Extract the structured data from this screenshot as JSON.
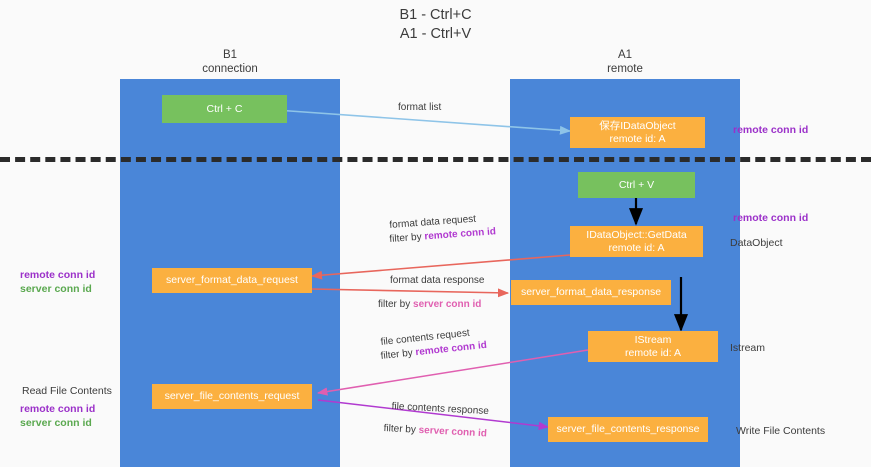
{
  "title": "B1 - Ctrl+C\nA1 - Ctrl+V",
  "columns": {
    "left": {
      "name": "B1",
      "role": "connection",
      "header": "B1\nconnection"
    },
    "right": {
      "name": "A1",
      "role": "remote",
      "header": "A1\nremote"
    }
  },
  "colors": {
    "lane": "#4a86d8",
    "box_orange": "#fbb040",
    "box_green": "#77c15e",
    "purple": "#9b30c9",
    "green_text": "#5aa84f",
    "pink": "#cf4fb0",
    "divider": "#2b2b2b",
    "arrow_blue": "#8ec4e8",
    "arrow_red": "#e8665c",
    "arrow_pink": "#e05fb0",
    "arrow_purple": "#b13ad0",
    "arrow_black": "#000000",
    "background": "#fafafa"
  },
  "nodes": {
    "ctrl_c": "Ctrl + C",
    "ctrl_v": "Ctrl + V",
    "remote_dataobject": "保存IDataObject\nremote id: A",
    "getdata": "IDataObject::GetData\nremote id: A",
    "istream": "IStream\nremote id: A",
    "server_format_data_request": "server_format_data_request",
    "server_format_data_response": "server_format_data_response",
    "server_file_contents_request": "server_file_contents_request",
    "server_file_contents_response": "server_file_contents_response"
  },
  "edge_labels": {
    "format_list": "format list",
    "format_data_request": "format data request",
    "format_data_request_filter_prefix": "filter by ",
    "format_data_request_filter_value": "remote conn id",
    "format_data_response": "format data response",
    "format_data_response_filter_prefix": "filter by ",
    "format_data_response_filter_value": "server conn id",
    "file_contents_request": "file contents request",
    "file_contents_request_filter_prefix": "filter by ",
    "file_contents_request_filter_value": "remote conn id",
    "file_contents_response": "file contents response",
    "file_contents_response_filter_prefix": "filter by ",
    "file_contents_response_filter_value": "server conn id"
  },
  "annotations": {
    "right_remote_conn_id_top": "remote conn id",
    "right_remote_conn_id_mid": "remote conn id",
    "right_dataobject": "DataObject",
    "right_istream": "Istream",
    "right_write_file_contents": "Write File Contents",
    "left_remote_conn_id": "remote conn id",
    "left_server_conn_id": "server conn id",
    "left_read_file_contents": "Read File Contents",
    "left_remote_conn_id_2": "remote conn id",
    "left_server_conn_id_2": "server conn id"
  }
}
